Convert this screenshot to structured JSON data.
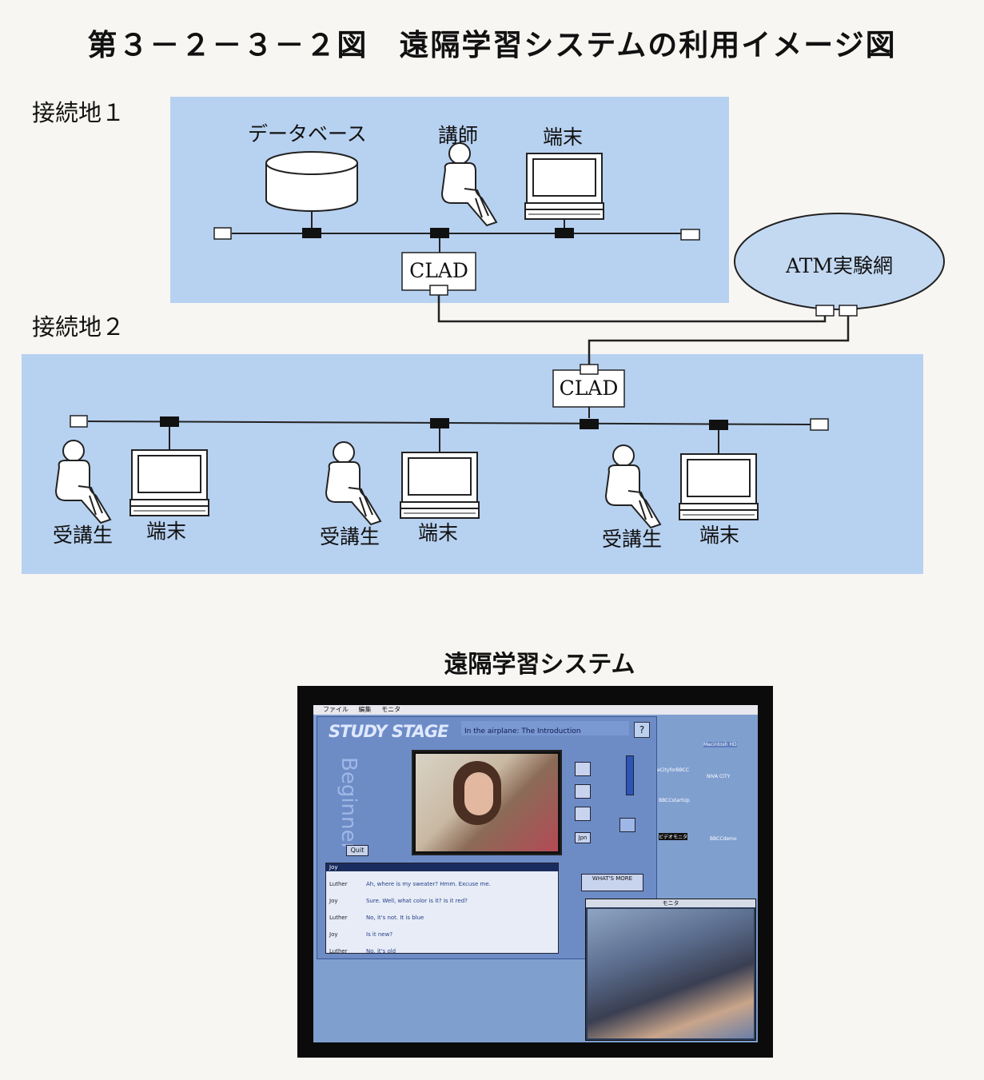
{
  "figure_title": "第３－２－３－２図　遠隔学習システムの利用イメージ図",
  "site1": {
    "label": "接続地１",
    "database_label": "データベース",
    "instructor_label": "講師",
    "terminal_label": "端末"
  },
  "site2": {
    "label": "接続地２",
    "stations": [
      {
        "student_label": "受講生",
        "terminal_label": "端末"
      },
      {
        "student_label": "受講生",
        "terminal_label": "端末"
      },
      {
        "student_label": "受講生",
        "terminal_label": "端末"
      }
    ]
  },
  "clad_label": "CLAD",
  "atm_label": "ATM実験網",
  "colors": {
    "panel": "#b7d1f0",
    "atm": "#c3d9f2",
    "line": "#222222"
  },
  "subtitle": "遠隔学習システム",
  "screenshot": {
    "menubar": [
      "ファイル",
      "編集",
      "モニタ"
    ],
    "app_title": "STUDY STAGE",
    "lesson_title": "In the airplane: The Introduction",
    "level": "Beginner",
    "quit_button": "Quit",
    "jpn_button": "Jpn",
    "whats_more": "WHAT'S MORE",
    "transcript_header": "Joy",
    "transcript": [
      {
        "speaker": "Luther",
        "line": "Ah, where is my sweater? Hmm. Excuse me."
      },
      {
        "speaker": "Joy",
        "line": "Sure. Well, what color is it? Is it red?"
      },
      {
        "speaker": "Luther",
        "line": "No, it's not. It is blue"
      },
      {
        "speaker": "Joy",
        "line": "Is it new?"
      },
      {
        "speaker": "Luther",
        "line": "No, it's old"
      }
    ],
    "desktop_icons": [
      "Macintosh HD",
      "eCityforBBCC",
      "NIVA CITY",
      "BBCCstartUp",
      "ビデオモニタ",
      "BBCCdemo"
    ],
    "monitor_title": "モニタ"
  }
}
